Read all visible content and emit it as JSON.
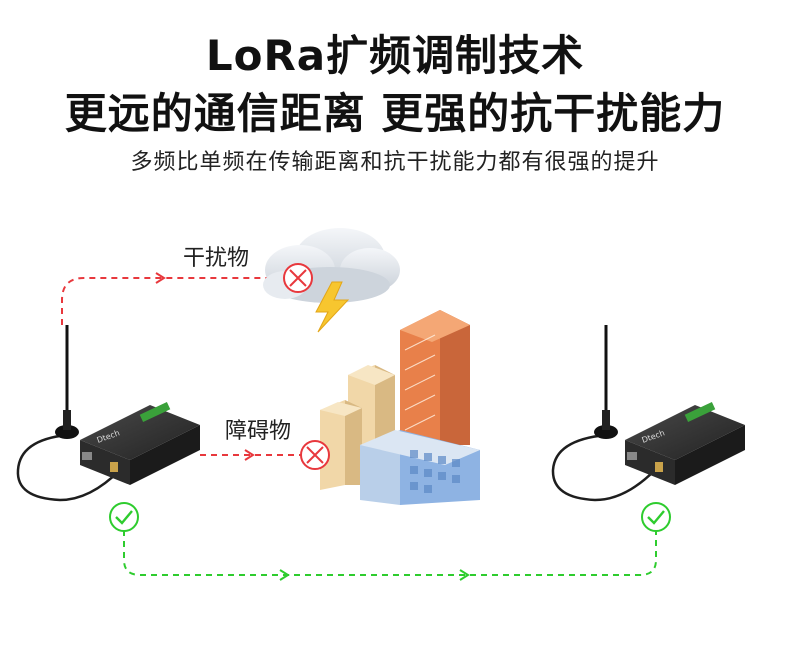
{
  "header": {
    "title_line1": "LoRa扩频调制技术",
    "title_line2": "更远的通信距离 更强的抗干扰能力",
    "subtitle": "多频比单频在传输距离和抗干扰能力都有很强的提升"
  },
  "diagram": {
    "interference_label": "干扰物",
    "obstacle_label": "障碍物",
    "device_brand": "Dtech",
    "colors": {
      "blocked_path": "#e8383d",
      "success_path": "#2ecc2e",
      "device_body": "#2b2b2b",
      "terminal_green": "#3aa13a",
      "building_orange": "#e8804a",
      "building_beige": "#f1d7a8",
      "building_blue": "#8eb3e3",
      "cloud": "#dfe4ea",
      "lightning": "#f7c62f"
    },
    "icons": [
      "block-x-icon",
      "success-check-icon",
      "cloud-icon",
      "lightning-icon",
      "antenna-icon",
      "buildings-icon"
    ]
  }
}
